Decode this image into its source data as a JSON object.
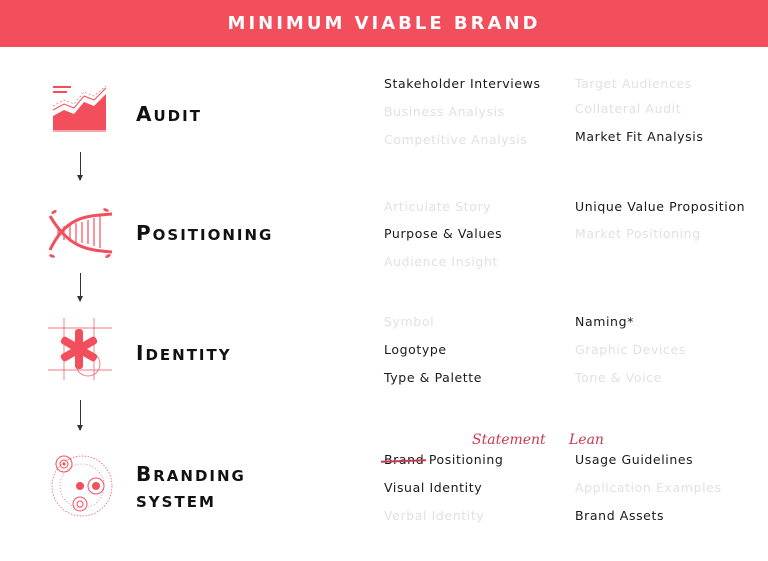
{
  "header": {
    "title": "MINIMUM VIABLE BRAND"
  },
  "stages": [
    {
      "title_first": "A",
      "title_rest": "UDIT",
      "items": [
        {
          "text": "Stakeholder Interviews",
          "active": true
        },
        {
          "text": "Target Audiences",
          "active": false
        },
        {
          "text": "Business Analysis",
          "active": false
        },
        {
          "text": "Collateral Audit",
          "active": false
        },
        {
          "text": "Competitive Analysis",
          "active": false
        },
        {
          "text": "Market Fit Analysis",
          "active": true
        }
      ]
    },
    {
      "title_first": "P",
      "title_rest": "OSITIONING",
      "items": [
        {
          "text": "Articulate Story",
          "active": false
        },
        {
          "text": "Unique Value Proposition",
          "active": true
        },
        {
          "text": "Purpose & Values",
          "active": true
        },
        {
          "text": "Market Positioning",
          "active": false
        },
        {
          "text": "Audience Insight",
          "active": false
        }
      ]
    },
    {
      "title_first": "I",
      "title_rest": "DENTITY",
      "items": [
        {
          "text": "Symbol",
          "active": false
        },
        {
          "text": "Naming*",
          "active": true
        },
        {
          "text": "Logotype",
          "active": true
        },
        {
          "text": "Graphic Devices",
          "active": false
        },
        {
          "text": "Type & Palette",
          "active": true
        },
        {
          "text": "Tone & Voice",
          "active": false
        }
      ]
    },
    {
      "title_first": "B",
      "title_rest": "RANDING",
      "title_line2": "SYSTEM",
      "items": [
        {
          "text_strike": "Brand",
          "text": "Positioning",
          "active": true
        },
        {
          "text": "Usage Guidelines",
          "active": true
        },
        {
          "text": "Visual Identity",
          "active": true
        },
        {
          "text": "Application Examples",
          "active": false
        },
        {
          "text": "Verbal Identity",
          "active": false
        },
        {
          "text": "Brand Assets",
          "active": true
        }
      ],
      "annotations": [
        "Statement",
        "Lean"
      ]
    }
  ],
  "colors": {
    "accent": "#f24e5c",
    "handwriting": "#c93a52",
    "active_text": "#1a1a1a",
    "inactive_text": "#e4dfe3"
  },
  "icons": [
    "audit-chart-icon",
    "positioning-helix-icon",
    "identity-asterisk-icon",
    "branding-circles-icon"
  ]
}
